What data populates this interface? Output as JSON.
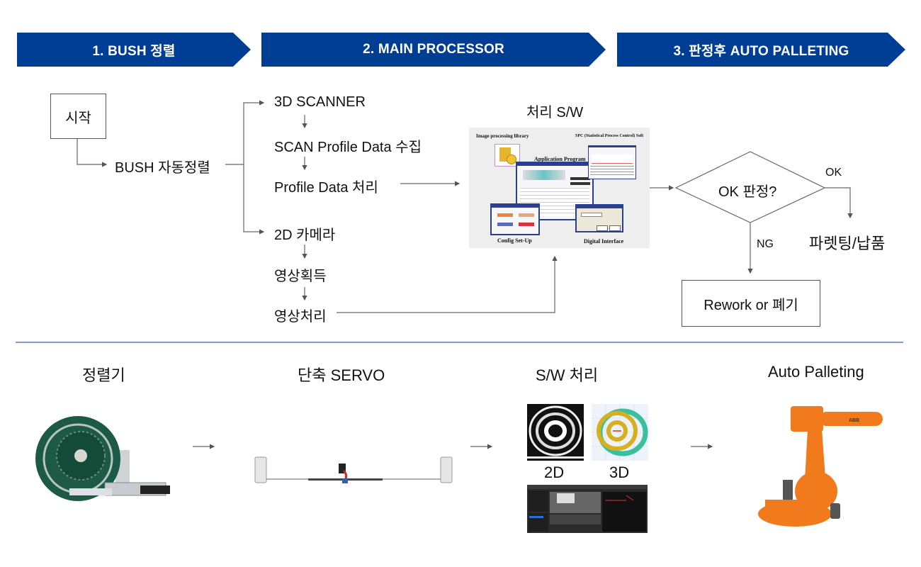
{
  "colors": {
    "banner": "#003d94",
    "divider": "#3a5fa8",
    "line": "#555555",
    "robot": "#f07a1c",
    "feeder": "#1c5a45"
  },
  "header": {
    "steps": [
      {
        "label": "1. BUSH 정렬"
      },
      {
        "label": "2. MAIN PROCESSOR"
      },
      {
        "label": "3. 판정후 AUTO  PALLETING"
      }
    ]
  },
  "flow": {
    "start": "시작",
    "bush_auto_align": "BUSH 자동정렬",
    "scanner_branch": [
      "3D SCANNER",
      "SCAN Profile Data 수집",
      "Profile Data 처리"
    ],
    "camera_branch": [
      "2D 카메라",
      "영상획득",
      "영상처리"
    ],
    "sw_title": "처리 S/W",
    "sw_image_labels": {
      "library": "Image processing library",
      "spc": "SPC (Statistical Process Control) Soft",
      "app": "Application Program",
      "config": "Config Set-Up",
      "digital": "Digital Interface"
    },
    "decision": "OK 판정?",
    "ok_label": "OK",
    "ng_label": "NG",
    "ok_result": "파렛팅/납품",
    "ng_result": "Rework or 폐기"
  },
  "bottom": {
    "stages": [
      {
        "label": "정렬기",
        "image": "bowl-feeder-photo"
      },
      {
        "label": "단축 SERVO",
        "image": "single-axis-servo-photo"
      },
      {
        "label": "S/W 처리",
        "image": "sw-processing-screens"
      },
      {
        "label": "Auto Palleting",
        "image": "industrial-robot-photo"
      }
    ],
    "sw_sub_labels": [
      "2D",
      "3D"
    ]
  }
}
